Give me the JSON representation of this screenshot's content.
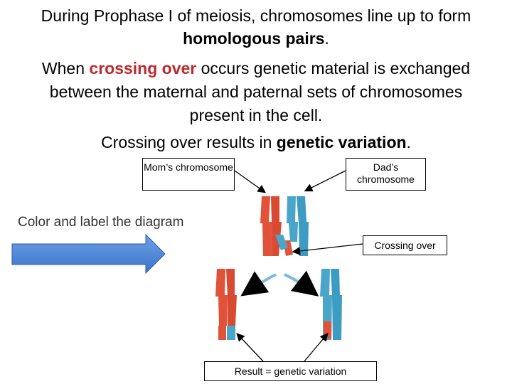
{
  "intro": {
    "line1": "During Prophase I of meiosis, chromosomes line up to form",
    "line2_bold": "homologous pairs",
    "line2_end": "."
  },
  "crossing": {
    "pre": "When ",
    "highlight": "crossing over",
    "line_a_rest": " occurs genetic material is exchanged",
    "line_b": "between the maternal and paternal sets of chromosomes",
    "line_c": "present in the cell."
  },
  "result_sentence": {
    "pre": "Crossing over results in ",
    "bold": "genetic variation",
    "end": "."
  },
  "labels": {
    "mom": "Mom’s chromosome",
    "dad": "Dad’s chromosome",
    "crossing_over": "Crossing over",
    "result": "Result = genetic variation"
  },
  "instruction": "Color and label the diagram",
  "colors": {
    "maternal": "#e0533a",
    "paternal": "#4aa6c9",
    "arrow_fill": "#4a86d8",
    "accent_red": "#c0282d"
  }
}
